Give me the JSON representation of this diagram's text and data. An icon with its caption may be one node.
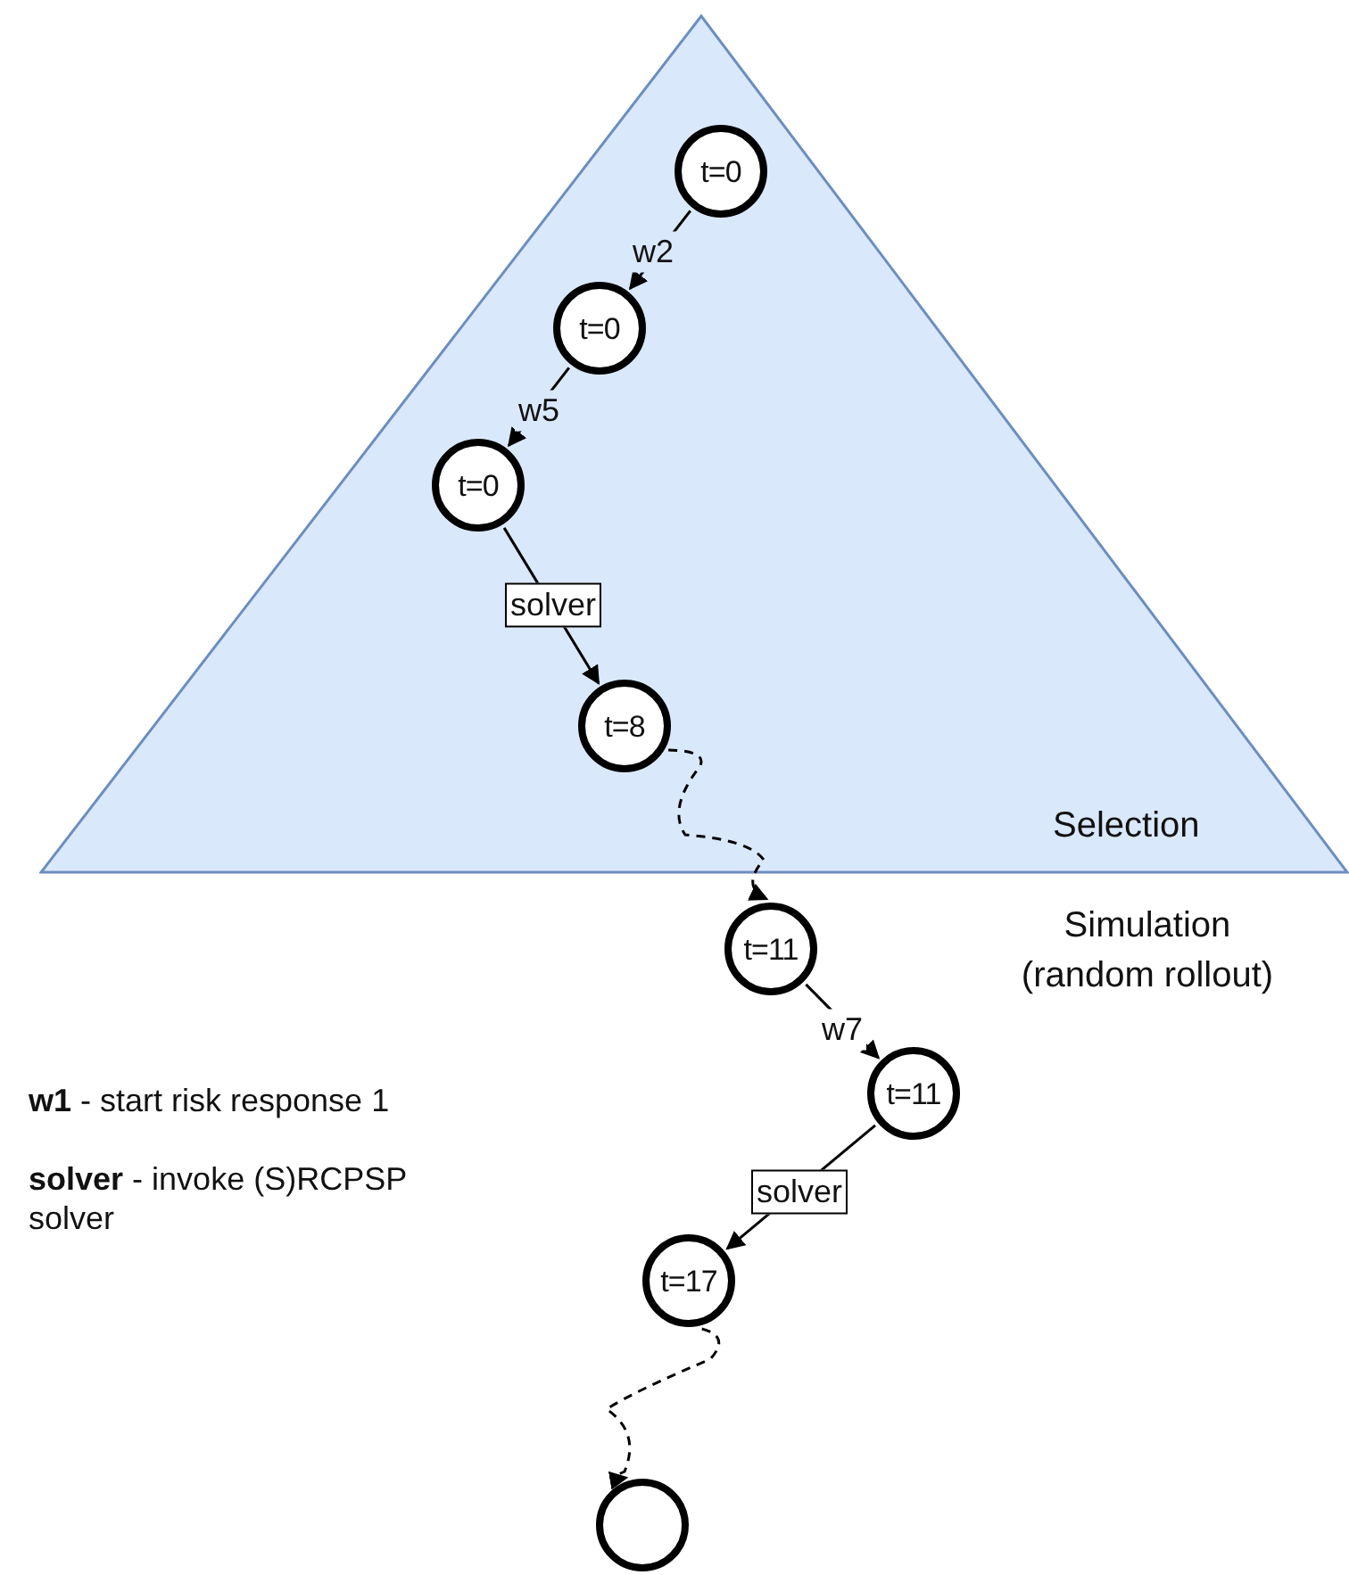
{
  "diagram": {
    "nodes": [
      {
        "text": [
          "Selection"
        ]
      },
      {
        "text": [
          "t=0"
        ],
        "in": 0
      },
      {
        "text": [
          "t=0"
        ],
        "in": 0
      },
      {
        "text": [
          "t=0"
        ],
        "in": 0
      },
      {
        "text": [
          "t=8"
        ],
        "in": 0
      },
      {
        "text": [
          "t=11"
        ]
      },
      {
        "text": [
          "t=11"
        ]
      },
      {
        "text": [
          "t=17"
        ]
      },
      {
        "text": [],
        "shape": "circle"
      }
    ],
    "edges": [
      {
        "from": 1,
        "to": 2,
        "arrow": "to",
        "label": "w2"
      },
      {
        "from": 2,
        "to": 3,
        "arrow": "to",
        "label": "w5"
      },
      {
        "from": 3,
        "to": 4,
        "arrow": "to",
        "label": "solver"
      },
      {
        "from": 4,
        "to": 5,
        "arrow": "to",
        "style": "dashed"
      },
      {
        "from": 5,
        "to": 6,
        "arrow": "to",
        "label": "w7"
      },
      {
        "from": 6,
        "to": 7,
        "arrow": "to",
        "label": "solver"
      },
      {
        "from": 7,
        "to": 8,
        "arrow": "to",
        "style": "dashed"
      }
    ],
    "labels": [
      "Simulation (random rollout)",
      "**w1** - start risk response 1",
      "**solver** - invoke (S)RCPSP solver"
    ]
  }
}
